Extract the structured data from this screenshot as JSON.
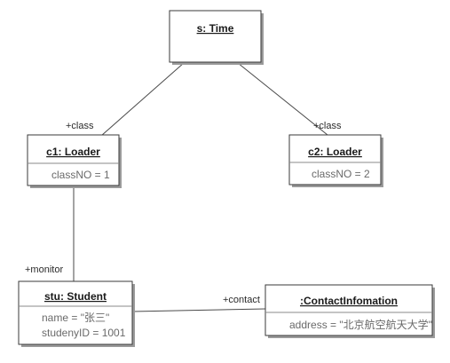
{
  "objects": {
    "time": {
      "name": "s: Time"
    },
    "c1": {
      "name": "c1: Loader",
      "attrs": [
        "classNO = 1"
      ]
    },
    "c2": {
      "name": "c2: Loader",
      "attrs": [
        "classNO = 2"
      ]
    },
    "stu": {
      "name": "stu: Student",
      "attrs": [
        "name = \"张三\"",
        "studenyID = 1001"
      ]
    },
    "contact": {
      "name": ":ContactInfomation",
      "attrs": [
        "address = \"北京航空航天大学\""
      ]
    }
  },
  "roles": {
    "c1_class": "+class",
    "c2_class": "+class",
    "monitor": "+monitor",
    "contact": "+contact"
  }
}
